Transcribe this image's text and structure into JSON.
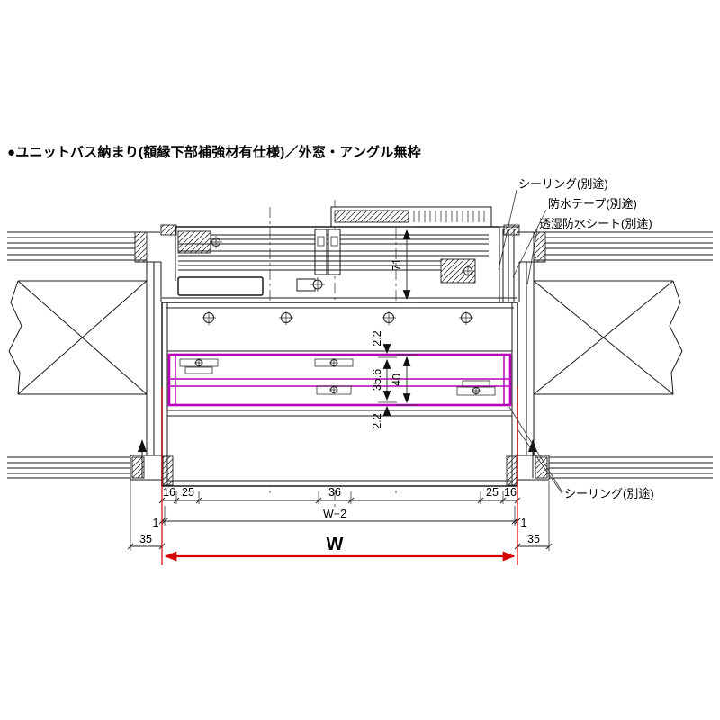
{
  "title": "●ユニットバス納まり(額縁下部補強材有仕様)／外窓・アングル無枠",
  "callouts": {
    "sealing_top": "シーリング(別途)",
    "tape": "防水テープ(別途)",
    "sheet": "透湿防水シート(別途)",
    "sealing_bottom": "シーリング(別途)"
  },
  "dims": {
    "frame_height": "71",
    "gap_top": "2.2",
    "channel_inner": "35.6",
    "channel_outer": "40",
    "gap_bottom": "2.2",
    "left_16": "16",
    "left_25": "25",
    "center_36": "36",
    "right_25": "25",
    "right_16": "16",
    "one_left": "1",
    "w_minus_two": "W−2",
    "one_right": "1",
    "width_w": "W",
    "flange_left_35": "35",
    "flange_right_35": "35"
  },
  "colors": {
    "highlight_magenta": "#b800b8",
    "dimension_red": "#d70000",
    "line": "#1a1a1a"
  }
}
